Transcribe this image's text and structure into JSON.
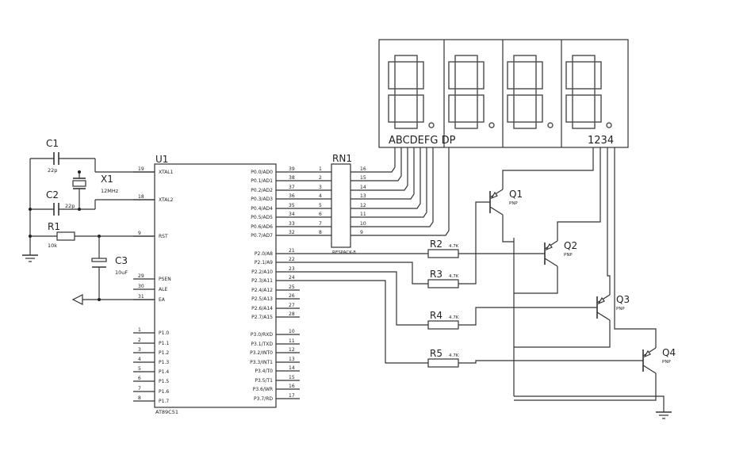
{
  "mcu": {
    "ref": "U1",
    "part": "AT89C51",
    "left_pins": [
      {
        "num": "19",
        "name": "XTAL1"
      },
      {
        "num": "18",
        "name": "XTAL2"
      },
      {
        "num": "9",
        "name": "RST"
      },
      {
        "num": "29",
        "name": "PSEN"
      },
      {
        "num": "30",
        "name": "ALE"
      },
      {
        "num": "31",
        "name": "EA"
      },
      {
        "num": "1",
        "name": "P1.0"
      },
      {
        "num": "2",
        "name": "P1.1"
      },
      {
        "num": "3",
        "name": "P1.2"
      },
      {
        "num": "4",
        "name": "P1.3"
      },
      {
        "num": "5",
        "name": "P1.4"
      },
      {
        "num": "6",
        "name": "P1.5"
      },
      {
        "num": "7",
        "name": "P1.6"
      },
      {
        "num": "8",
        "name": "P1.7"
      }
    ],
    "right_pins": [
      {
        "num": "39",
        "name": "P0.0/AD0"
      },
      {
        "num": "38",
        "name": "P0.1/AD1"
      },
      {
        "num": "37",
        "name": "P0.2/AD2"
      },
      {
        "num": "36",
        "name": "P0.3/AD3"
      },
      {
        "num": "35",
        "name": "P0.4/AD4"
      },
      {
        "num": "34",
        "name": "P0.5/AD5"
      },
      {
        "num": "33",
        "name": "P0.6/AD6"
      },
      {
        "num": "32",
        "name": "P0.7/AD7"
      },
      {
        "num": "21",
        "name": "P2.0/A8"
      },
      {
        "num": "22",
        "name": "P2.1/A9"
      },
      {
        "num": "23",
        "name": "P2.2/A10"
      },
      {
        "num": "24",
        "name": "P2.3/A11"
      },
      {
        "num": "25",
        "name": "P2.4/A12"
      },
      {
        "num": "26",
        "name": "P2.5/A13"
      },
      {
        "num": "27",
        "name": "P2.6/A14"
      },
      {
        "num": "28",
        "name": "P2.7/A15"
      },
      {
        "num": "10",
        "name": "P3.0/RXD"
      },
      {
        "num": "11",
        "name": "P3.1/TXD"
      },
      {
        "num": "12",
        "name": "P3.2/INT0"
      },
      {
        "num": "13",
        "name": "P3.3/INT1"
      },
      {
        "num": "14",
        "name": "P3.4/T0"
      },
      {
        "num": "15",
        "name": "P3.5/T1"
      },
      {
        "num": "16",
        "name": "P3.6/WR"
      },
      {
        "num": "17",
        "name": "P3.7/RD"
      }
    ]
  },
  "components": {
    "c1": {
      "ref": "C1",
      "value": "22p"
    },
    "c2": {
      "ref": "C2",
      "value": "22p"
    },
    "x1": {
      "ref": "X1",
      "value": "12MHz"
    },
    "r1": {
      "ref": "R1",
      "value": "10k"
    },
    "c3": {
      "ref": "C3",
      "value": "10uF"
    },
    "rn1": {
      "ref": "RN1",
      "part": "RESPACK-8",
      "left_pins": [
        "1",
        "2",
        "3",
        "4",
        "5",
        "6",
        "7",
        "8"
      ],
      "right_pins": [
        "16",
        "15",
        "14",
        "13",
        "12",
        "11",
        "10",
        "9"
      ]
    },
    "r2": {
      "ref": "R2",
      "value": "4.7K"
    },
    "r3": {
      "ref": "R3",
      "value": "4.7K"
    },
    "r4": {
      "ref": "R4",
      "value": "4.7K"
    },
    "r5": {
      "ref": "R5",
      "value": "4.7K"
    },
    "q1": {
      "ref": "Q1",
      "type": "PNP"
    },
    "q2": {
      "ref": "Q2",
      "type": "PNP"
    },
    "q3": {
      "ref": "Q3",
      "type": "PNP"
    },
    "q4": {
      "ref": "Q4",
      "type": "PNP"
    }
  },
  "display": {
    "segment_label": "ABCDEFG  DP",
    "digit_label": "1234"
  }
}
